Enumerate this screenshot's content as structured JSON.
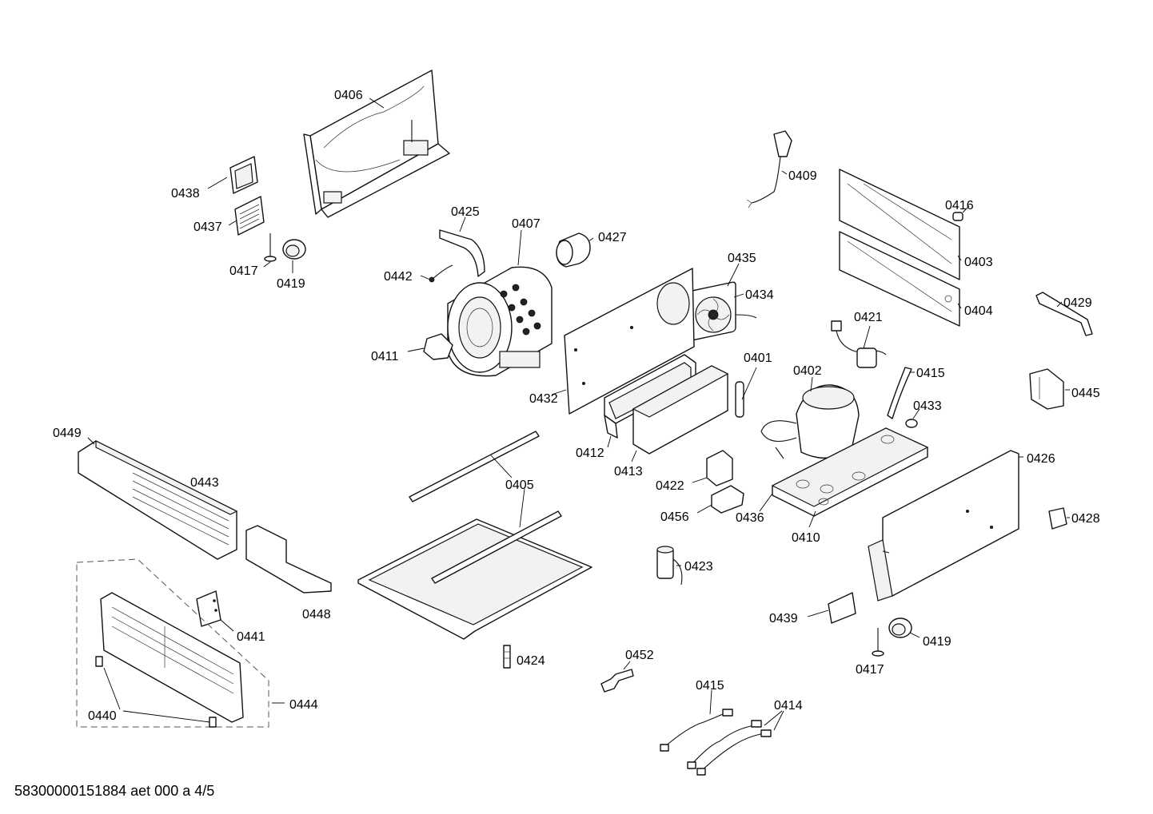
{
  "footer": "58300000151884 aet 000 a 4/5",
  "labels": {
    "p0406": "0406",
    "p0438": "0438",
    "p0437": "0437",
    "p0417a": "0417",
    "p0419a": "0419",
    "p0425": "0425",
    "p0407": "0407",
    "p0427": "0427",
    "p0442": "0442",
    "p0411": "0411",
    "p0409": "0409",
    "p0416": "0416",
    "p0403": "0403",
    "p0404": "0404",
    "p0429": "0429",
    "p0435": "0435",
    "p0434": "0434",
    "p0421": "0421",
    "p0415a": "0415",
    "p0445": "0445",
    "p0401": "0401",
    "p0402": "0402",
    "p0433": "0433",
    "p0432": "0432",
    "p0412": "0412",
    "p0413": "0413",
    "p0449": "0449",
    "p0443": "0443",
    "p0405": "0405",
    "p0422": "0422",
    "p0456": "0456",
    "p0436": "0436",
    "p0410": "0410",
    "p0426": "0426",
    "p0428": "0428",
    "p0423": "0423",
    "p0448": "0448",
    "p0441": "0441",
    "p0439": "0439",
    "p0419b": "0419",
    "p0417b": "0417",
    "p0424": "0424",
    "p0452": "0452",
    "p0415b": "0415",
    "p0414": "0414",
    "p0440": "0440",
    "p0444": "0444"
  }
}
